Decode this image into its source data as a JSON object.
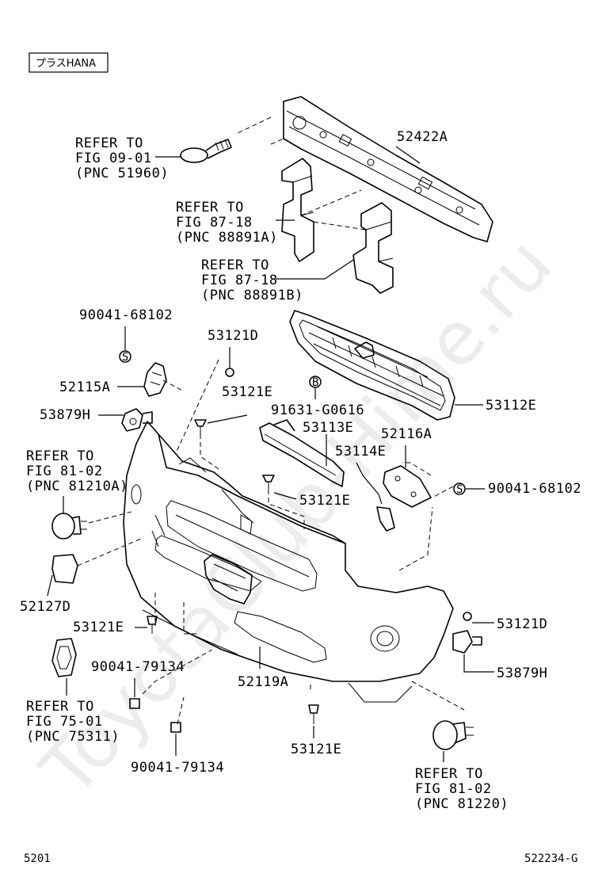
{
  "header": {
    "tag": "プラスHANA"
  },
  "footer": {
    "page": "5201",
    "figure_code": "522234-G"
  },
  "watermark": "ToyotaClub-Hime.ru",
  "labels": {
    "reinforcement": "52422A",
    "ref_0901_l1": "REFER TO",
    "ref_0901_l2": "FIG 09-01",
    "ref_0901_l3": "(PNC 51960)",
    "ref_8718a_l1": "REFER TO",
    "ref_8718a_l2": "FIG 87-18",
    "ref_8718a_l3": "(PNC 88891A)",
    "ref_8718b_l1": "REFER TO",
    "ref_8718b_l2": "FIG 87-18",
    "ref_8718b_l3": "(PNC 88891B)",
    "screw_left": "90041-68102",
    "clip_top": "53121D",
    "retainer_left": "52115A",
    "clip_e_top": "53121E",
    "bolt_center": "91631-G0616",
    "grille": "53112E",
    "stay_left": "53879H",
    "molding": "53113E",
    "retainer_right": "52116A",
    "ref_8102a_l1": "REFER TO",
    "ref_8102a_l2": "FIG 81-02",
    "ref_8102a_l3": "(PNC 81210A)",
    "bracket": "53114E",
    "screw_right": "90041-68102",
    "clip_e_mid": "53121E",
    "cover": "52127D",
    "clip_d_right": "53121D",
    "clip_e_left": "53121E",
    "stay_right": "53879H",
    "nut_upper": "90041-79134",
    "bumper": "52119A",
    "ref_7501_l1": "REFER TO",
    "ref_7501_l2": "FIG 75-01",
    "ref_7501_l3": "(PNC 75311)",
    "clip_e_bottom": "53121E",
    "nut_lower": "90041-79134",
    "ref_8102b_l1": "REFER TO",
    "ref_8102b_l2": "FIG 81-02",
    "ref_8102b_l3": "(PNC 81220)"
  },
  "markers": {
    "s": "S",
    "b": "B"
  }
}
